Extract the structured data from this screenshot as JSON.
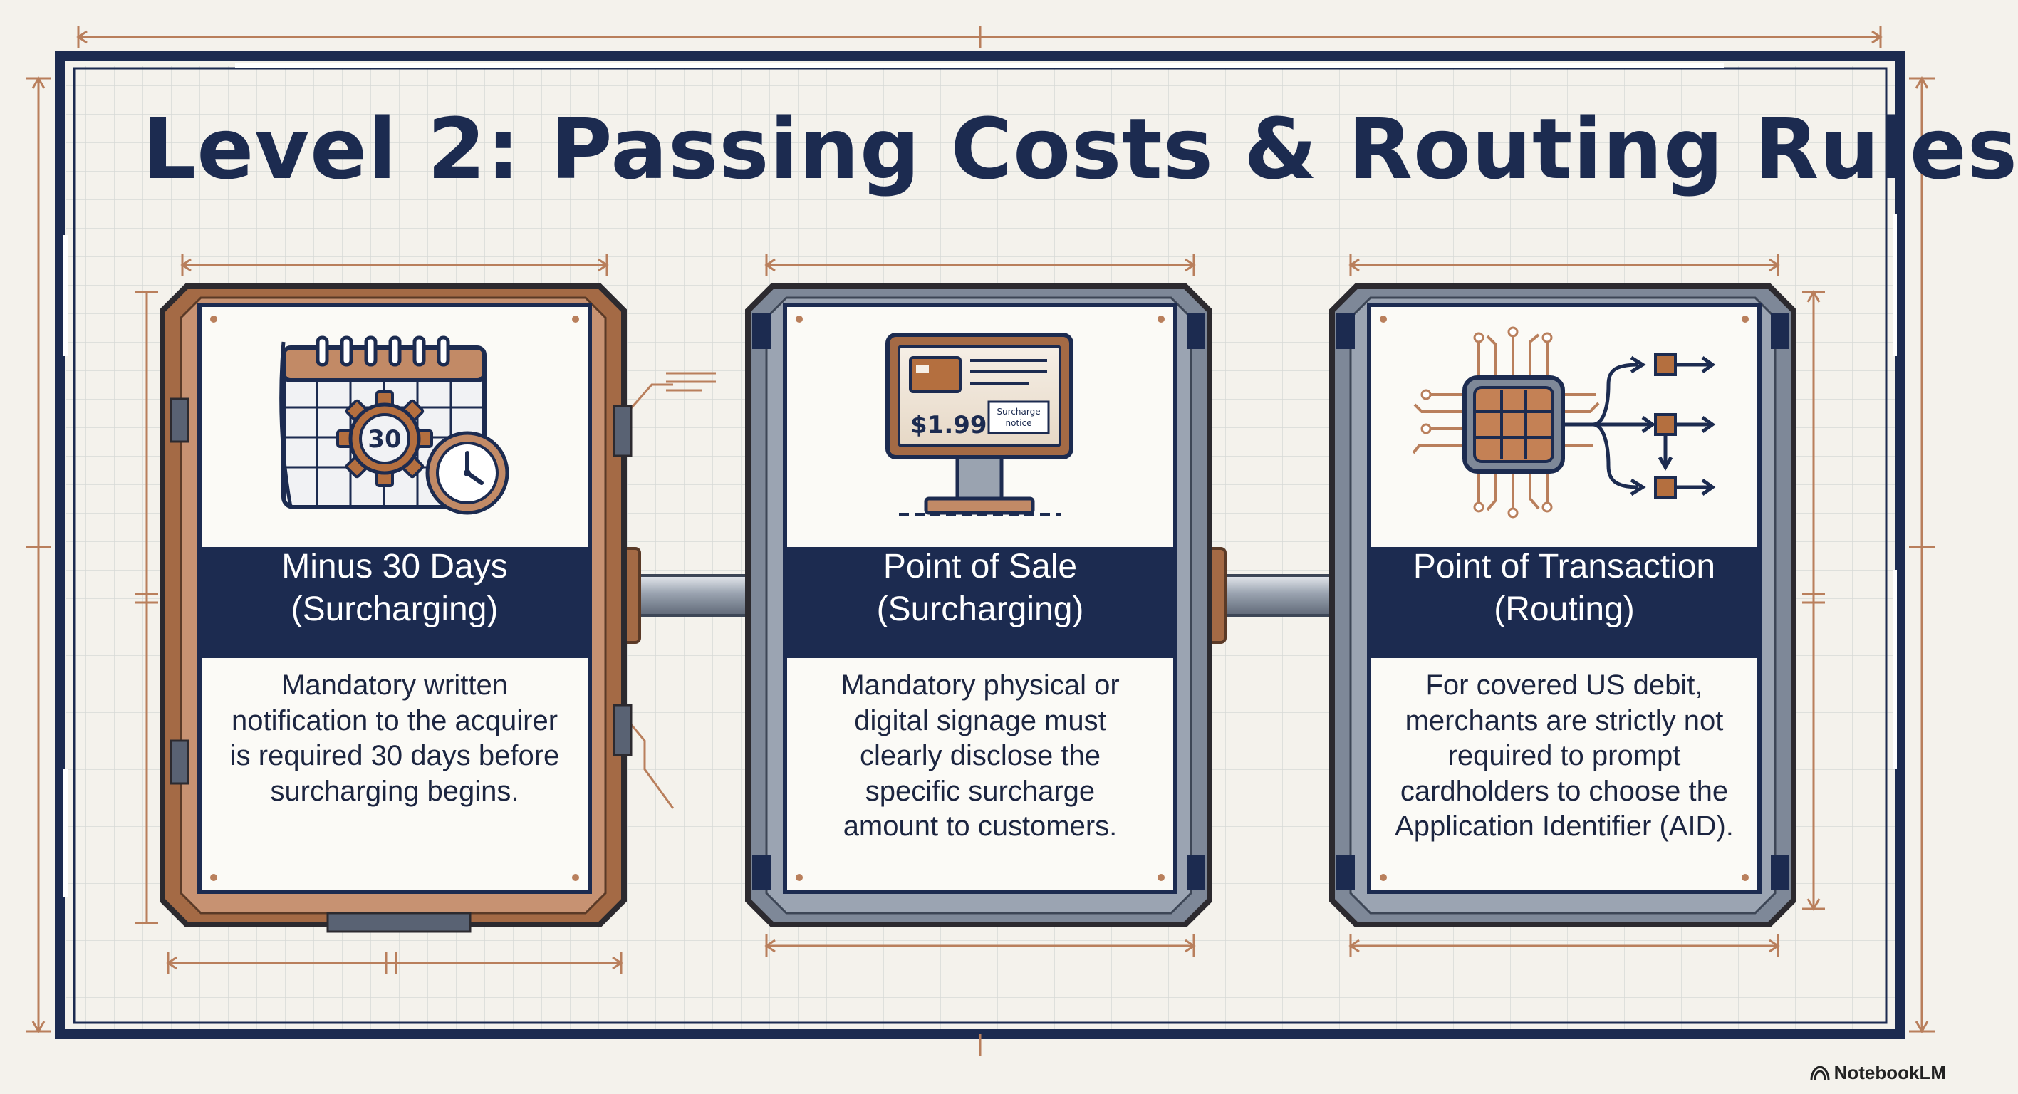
{
  "title": "Level 2: Passing Costs & Routing Rules",
  "colors": {
    "navy": "#1c2b50",
    "copper": "#a46a45",
    "copper_light": "#c28a66",
    "steel": "#7e8898",
    "paper": "#f4f2ec",
    "card_bg": "#fbfaf6"
  },
  "cards": [
    {
      "id": "surcharging-notice",
      "heading": "Minus 30 Days\n(Surcharging)",
      "body": "Mandatory written\nnotification to the acquirer\nis required 30 days before\nsurcharging begins.",
      "frame": "copper",
      "icon": "calendar-gear-clock-icon",
      "icon_text": "30"
    },
    {
      "id": "point-of-sale",
      "heading": "Point of Sale\n(Surcharging)",
      "body": "Mandatory physical or\ndigital signage must\nclearly disclose the\nspecific surcharge\namount to customers.",
      "frame": "steel",
      "icon": "pos-monitor-icon",
      "icon_text": "$1.99",
      "icon_subtext": "Surcharge\nnotice"
    },
    {
      "id": "point-of-transaction",
      "heading": "Point of Transaction\n(Routing)",
      "body": "For covered US debit,\nmerchants are strictly not\nrequired to prompt\ncardholders to choose the\nApplication Identifier (AID).",
      "frame": "steel",
      "icon": "chip-routing-icon"
    }
  ],
  "brand": {
    "name": "NotebookLM",
    "icon": "notebooklm-logo-icon"
  }
}
